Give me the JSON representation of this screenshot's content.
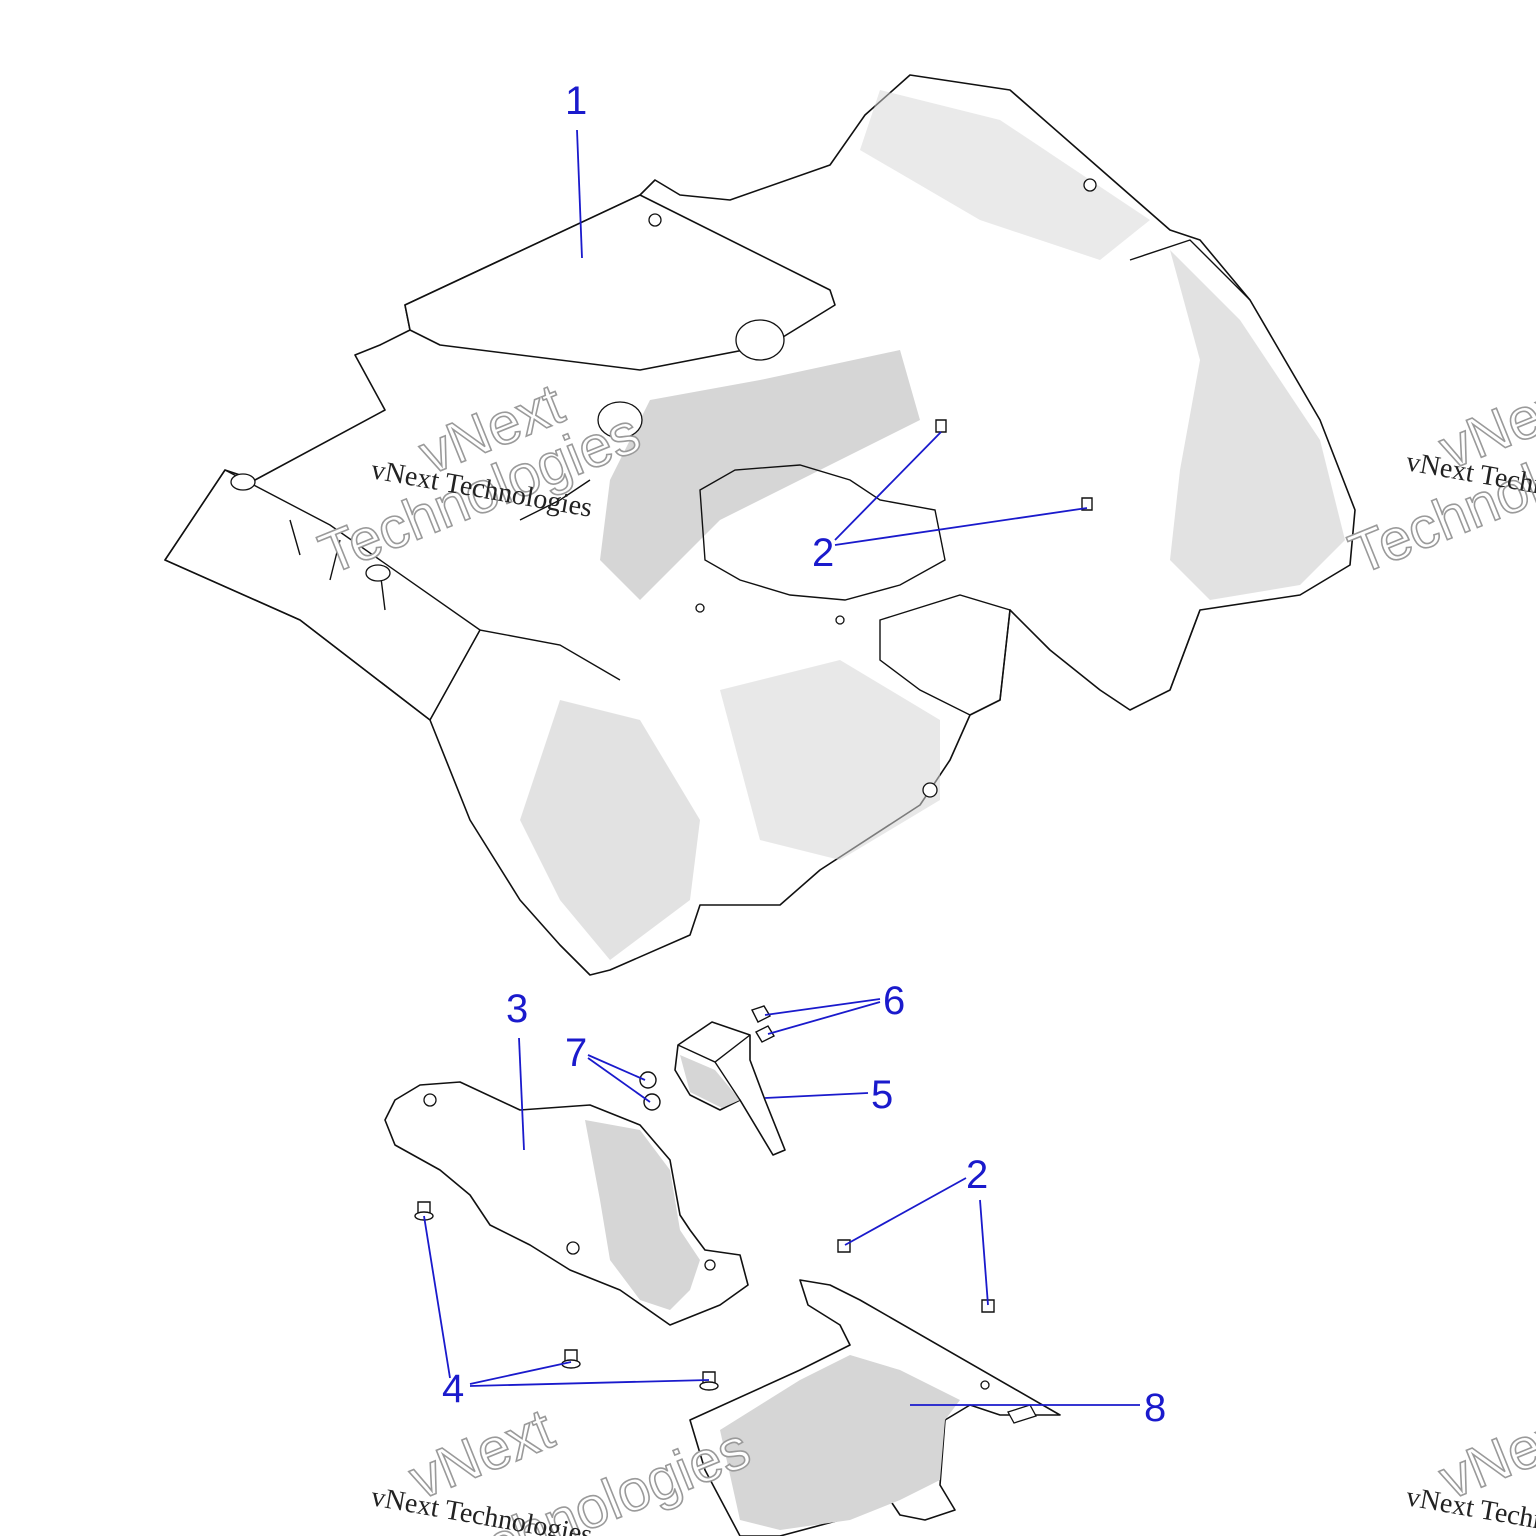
{
  "callouts": [
    {
      "id": "1",
      "label": "1"
    },
    {
      "id": "2a",
      "label": "2"
    },
    {
      "id": "2b",
      "label": "2"
    },
    {
      "id": "3",
      "label": "3"
    },
    {
      "id": "4",
      "label": "4"
    },
    {
      "id": "5",
      "label": "5"
    },
    {
      "id": "6",
      "label": "6"
    },
    {
      "id": "7",
      "label": "7"
    },
    {
      "id": "8",
      "label": "8"
    }
  ],
  "watermark": {
    "brand": "vNext Technologies",
    "big_line1": "vNext",
    "big_line2": "Technologies"
  },
  "colors": {
    "callout": "#1a1acc",
    "part_outline": "#111111",
    "part_shade": "#d6d6d6"
  }
}
